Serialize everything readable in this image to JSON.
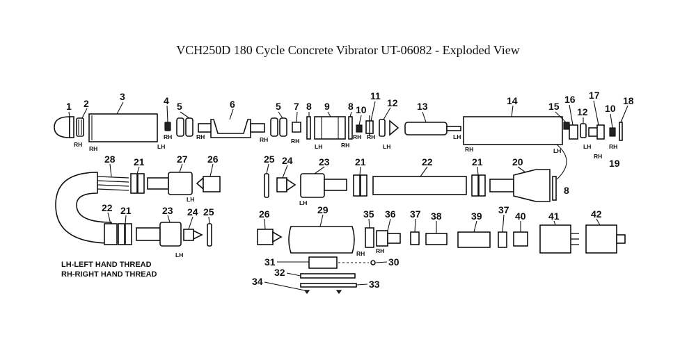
{
  "title": "VCH250D 180 Cycle Concrete Vibrator UT-06082 - Exploded View",
  "callouts": [
    "1",
    "2",
    "3",
    "4",
    "5",
    "6",
    "5",
    "7",
    "8",
    "9",
    "8",
    "10",
    "11",
    "12",
    "13",
    "14",
    "15",
    "16",
    "12",
    "17",
    "10",
    "18",
    "19",
    "28",
    "21",
    "27",
    "26",
    "25",
    "24",
    "23",
    "21",
    "22",
    "21",
    "20",
    "8",
    "22",
    "21",
    "23",
    "24",
    "25",
    "26",
    "29",
    "35",
    "36",
    "37",
    "38",
    "39",
    "37",
    "40",
    "41",
    "42",
    "31",
    "30",
    "32",
    "34",
    "33"
  ],
  "thread_marks": [
    "RH",
    "RH",
    "LH",
    "RH",
    "RH",
    "RH",
    "LH",
    "RH",
    "RH",
    "RH",
    "LH",
    "RH",
    "LH",
    "LH",
    "RH",
    "RH",
    "RH",
    "LH",
    "LH",
    "LH",
    "LH",
    "RH",
    "RH"
  ],
  "legend": {
    "lh": "LH-LEFT HAND THREAD",
    "rh": "RH-RIGHT HAND THREAD"
  }
}
